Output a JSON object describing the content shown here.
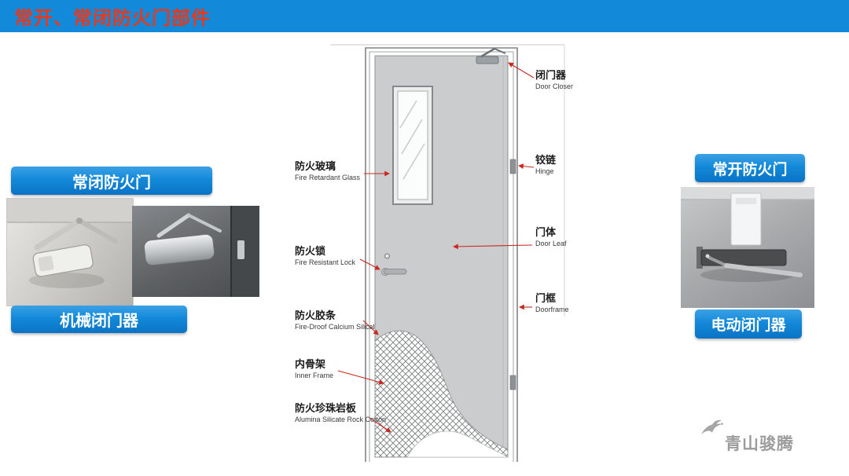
{
  "header": {
    "title": "常开、常闭防火门部件"
  },
  "diagram": {
    "left_labels": [
      {
        "zh": "防火玻璃",
        "en": "Fire Retardant Glass"
      },
      {
        "zh": "防火锁",
        "en": "Fire Resistant Lock"
      },
      {
        "zh": "防火胶条",
        "en": "Fire-Droof Calcium Silical"
      },
      {
        "zh": "内骨架",
        "en": "Inner Frame"
      },
      {
        "zh": "防火珍珠岩板",
        "en": "Alumina Silicate Rock Cotton"
      }
    ],
    "right_labels": [
      {
        "zh": "闭门器",
        "en": "Door Closer"
      },
      {
        "zh": "铰链",
        "en": "Hinge"
      },
      {
        "zh": "门体",
        "en": "Door Leaf"
      },
      {
        "zh": "门框",
        "en": "Doorframe"
      }
    ]
  },
  "closed_door": {
    "title": "常闭防火门",
    "caption": "机械闭门器"
  },
  "open_door": {
    "title": "常开防火门",
    "caption": "电动闭门器"
  },
  "watermark": {
    "brand": "青山骏腾"
  },
  "colors": {
    "header_bg": "#1389d9",
    "title_text": "#e7391c",
    "tag_blue": "#1187d6",
    "leader_line": "#c8281e",
    "door_fill": "#cacccd"
  }
}
